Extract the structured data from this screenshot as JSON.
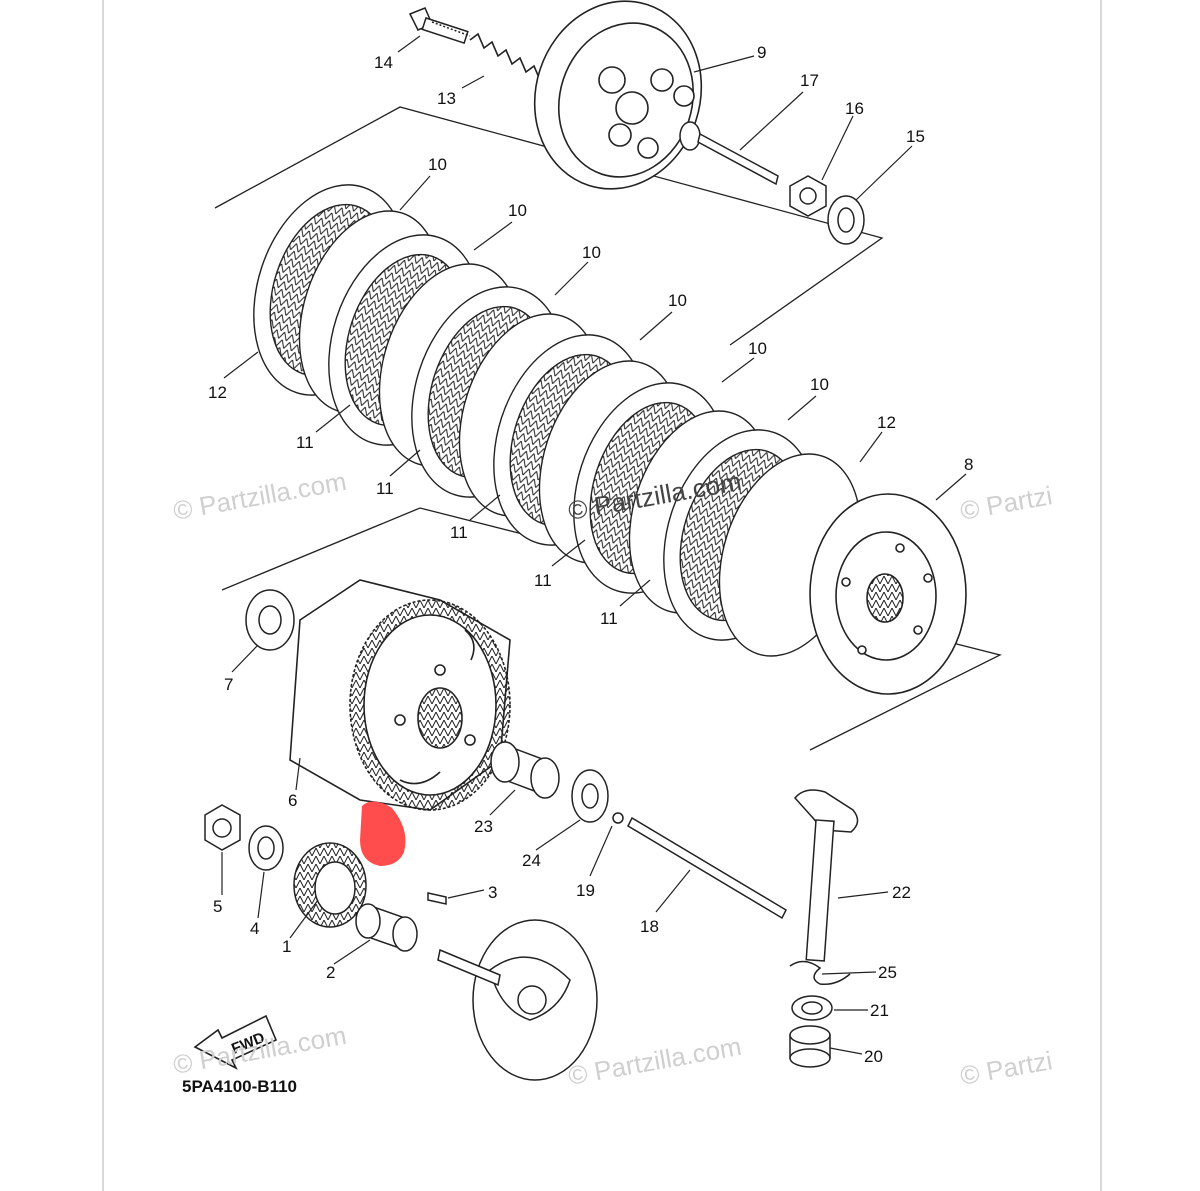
{
  "diagram": {
    "code": "5PA4100-B110",
    "fwd_label": "FWD",
    "watermark": "© Partzilla.com",
    "watermark_cut": "© Partzi",
    "labels": [
      "14",
      "13",
      "9",
      "17",
      "16",
      "15",
      "10",
      "10",
      "10",
      "10",
      "10",
      "10",
      "12",
      "12",
      "11",
      "11",
      "11",
      "11",
      "11",
      "8",
      "7",
      "6",
      "5",
      "4",
      "1",
      "2",
      "3",
      "23",
      "24",
      "19",
      "18",
      "22",
      "25",
      "21",
      "20"
    ],
    "highlight_color": "#ff4d4d"
  }
}
